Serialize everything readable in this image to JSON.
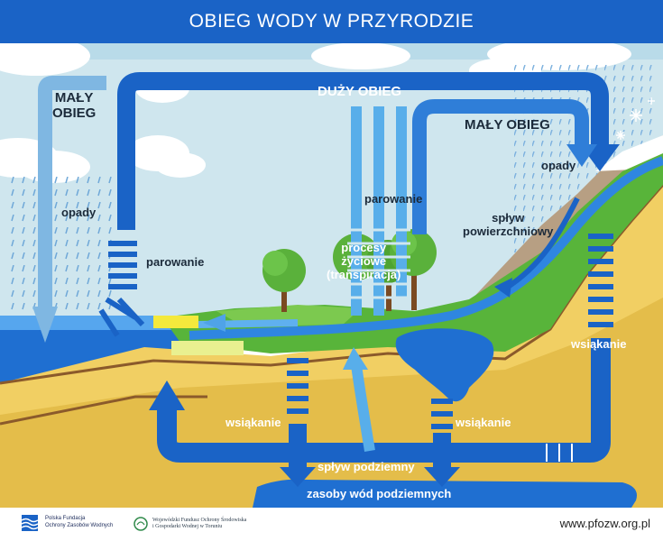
{
  "title": "OBIEG WODY W PRZYRODZIE",
  "labels": {
    "maly_obieg_left": "MAŁY\nOBIEG",
    "duzy_obieg": "DUŻY OBIEG",
    "maly_obieg_right": "MAŁY OBIEG",
    "opady_left": "opady",
    "opady_right": "opady",
    "parowanie_left": "parowanie",
    "parowanie_center": "parowanie",
    "procesy": "procesy\nżyciowe\n(transpiracja)",
    "splyw_powierzchniowy": "spływ\npowierzchniowy",
    "wsiakanie_left": "wsiąkanie",
    "wsiakanie_center": "wsiąkanie",
    "wsiakanie_right": "wsiąkanie",
    "splyw_podziemny": "spływ podziemny",
    "zasoby": "zasoby wód podziemnych"
  },
  "footer": {
    "logo1_text": "Polska Fundacja\nOchrony Zasobów Wodnych",
    "logo2_text": "Wojewódzki Fundusz Ochrony Środowiska\ni Gospodarki Wodnej w Toruniu",
    "url": "www.pfozw.org.pl"
  },
  "colors": {
    "header": "#1a63c6",
    "arrow": "#1a63c6",
    "arrow_light": "#4fa3e8",
    "sky": "#cfe6ee",
    "water": "#1f6fd1",
    "soil": "#f1cf63",
    "grass": "#58b43a"
  }
}
